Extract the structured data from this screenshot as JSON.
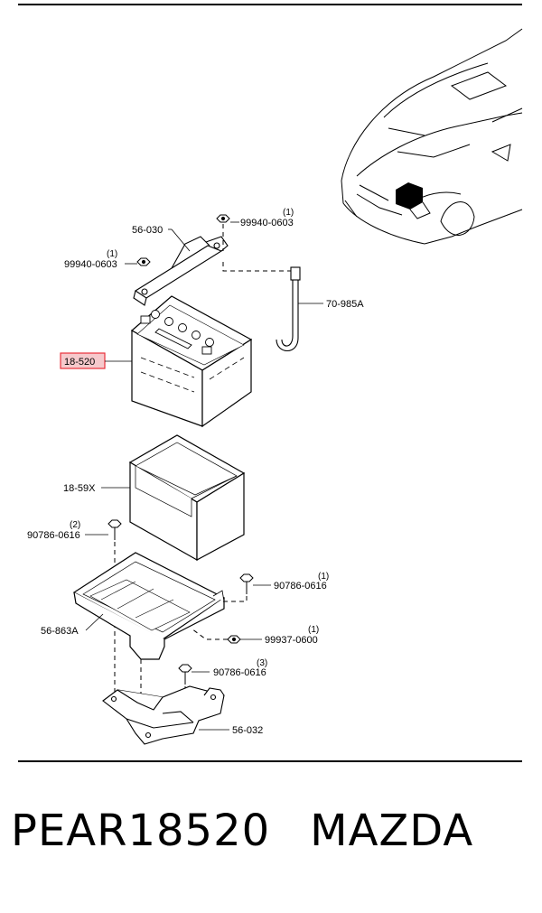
{
  "callouts": {
    "bracket": "56-030",
    "nut_top_right_qty": "(1)",
    "nut_top_right": "99940-0603",
    "nut_top_left_qty": "(1)",
    "nut_top_left": "99940-0603",
    "rod": "70-985A",
    "battery": "18-520",
    "case": "18-59X",
    "bolt_left_qty": "(2)",
    "bolt_left": "90786-0616",
    "bolt_right_qty": "(1)",
    "bolt_right": "90786-0616",
    "tray": "56-863A",
    "nut_mid_qty": "(1)",
    "nut_mid": "99937-0600",
    "bolt_lower_qty": "(3)",
    "bolt_lower": "90786-0616",
    "base": "56-032"
  },
  "footer": {
    "part_number": "PEAR18520",
    "brand": "MAZDA"
  },
  "colors": {
    "highlight": "#e8303a",
    "highlight_fill": "#f6c9cc",
    "line": "#000000"
  }
}
